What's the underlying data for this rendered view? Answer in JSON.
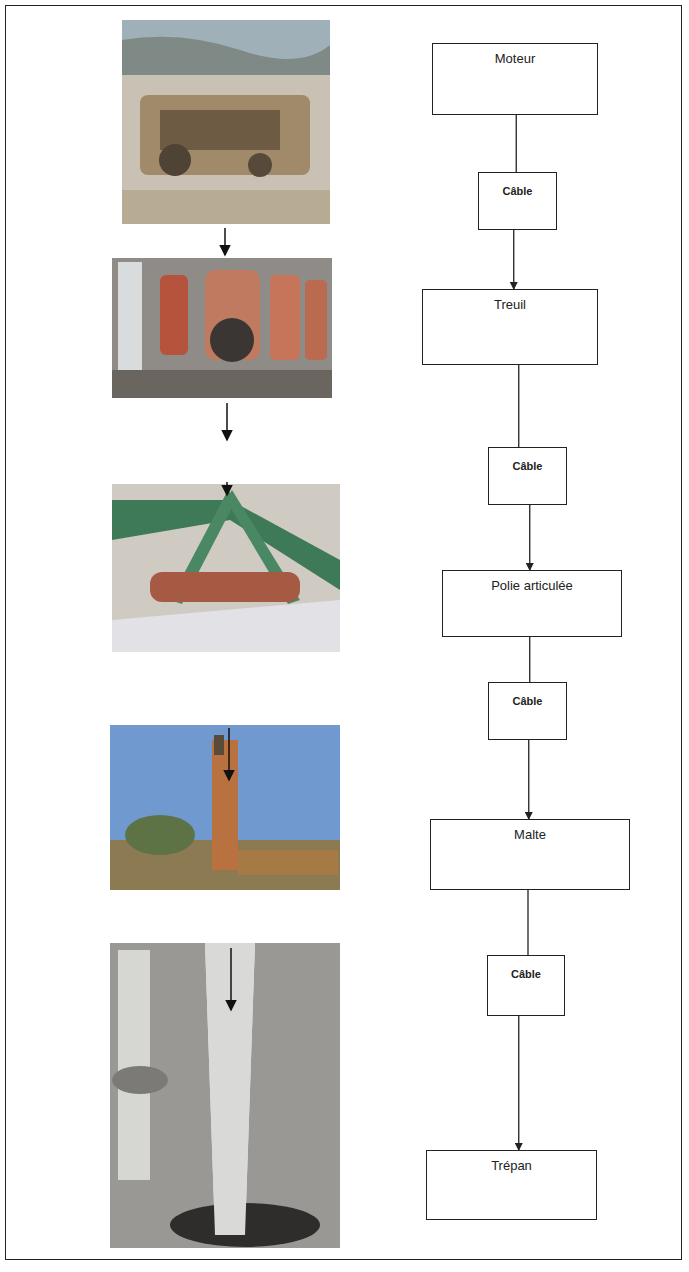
{
  "diagram": {
    "nodes": [
      {
        "text": [
          "Moteur"
        ]
      },
      {
        "text": [
          "Câble"
        ]
      },
      {
        "text": [
          "Treuil"
        ]
      },
      {
        "text": [
          "Câble"
        ]
      },
      {
        "text": [
          "Polie articulée"
        ]
      },
      {
        "text": [
          "Câble"
        ]
      },
      {
        "text": [
          "Malte"
        ]
      },
      {
        "text": [
          "Câble"
        ]
      },
      {
        "text": [
          "Trépan"
        ]
      }
    ],
    "edges": [
      {
        "from": 0,
        "to": 1,
        "arrow": "none"
      },
      {
        "from": 1,
        "to": 2,
        "arrow": "to"
      },
      {
        "from": 2,
        "to": 3,
        "arrow": "none"
      },
      {
        "from": 3,
        "to": 4,
        "arrow": "to"
      },
      {
        "from": 4,
        "to": 5,
        "arrow": "none"
      },
      {
        "from": 5,
        "to": 6,
        "arrow": "to"
      },
      {
        "from": 6,
        "to": 7,
        "arrow": "none"
      },
      {
        "from": 7,
        "to": 8,
        "arrow": "to"
      }
    ]
  }
}
